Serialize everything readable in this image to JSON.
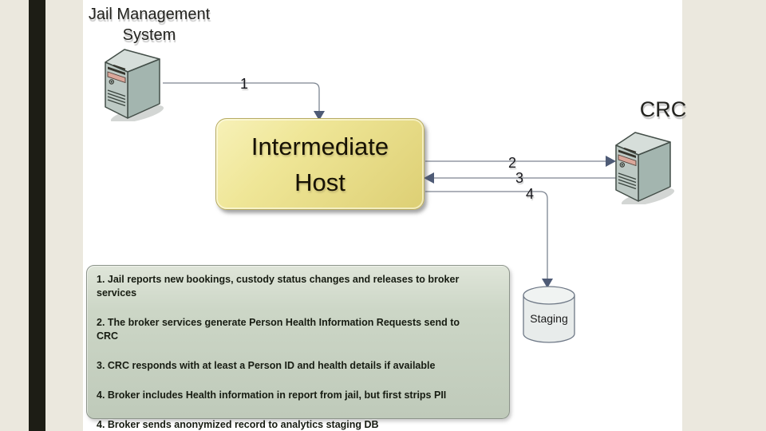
{
  "slide": {
    "jms": {
      "label_line1": "Jail Management",
      "label_line2": "System"
    },
    "intermediate_host": {
      "label_line1": "Intermediate",
      "label_line2": "Host"
    },
    "crc": {
      "label": "CRC"
    },
    "staging": {
      "label": "Staging"
    },
    "connectors": {
      "c1": "1",
      "c2": "2",
      "c3": "3",
      "c4": "4"
    },
    "notes": {
      "items": [
        {
          "lines": [
            "1. Jail reports new bookings, custody status changes and releases to broker",
            "services"
          ]
        },
        {
          "lines": [
            "2. The broker services generate Person Health Information Requests  send to",
            "CRC"
          ]
        },
        {
          "lines": [
            "3. CRC responds with at least a Person ID and health details if available"
          ]
        },
        {
          "lines": [
            "4. Broker includes Health information in report from jail, but first strips PII"
          ]
        },
        {
          "lines": [
            "4.  Broker sends anonymized record to analytics staging DB"
          ]
        }
      ]
    },
    "colors": {
      "background": "#ebe8de",
      "left_accent_bar": "#1d1d15",
      "slide_surface": "#ffffff",
      "host_box_top": "#efe697",
      "host_box_bottom": "#ddcf74",
      "notes_box_top": "#dfe5d9",
      "notes_box_bottom": "#bfcaba",
      "connector_line": "#7d8591",
      "arrowhead": "#4e5b76",
      "server_front": "#bdc9c4",
      "server_side": "#a3b5af",
      "server_top": "#d6deda",
      "drive_bay": "#daa79a",
      "cylinder_fill": "#e8eceb"
    }
  }
}
